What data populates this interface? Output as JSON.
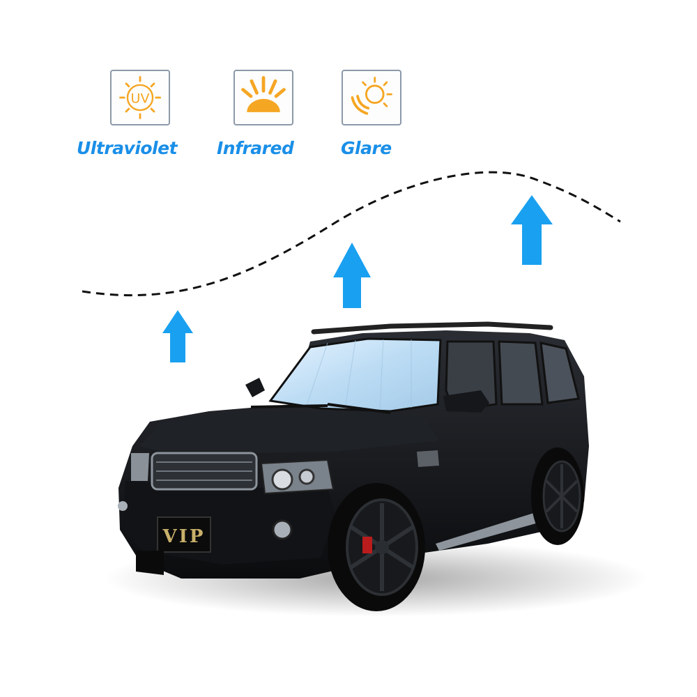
{
  "features": [
    {
      "icon": "uv-sun-icon",
      "icon_text": "UV",
      "label": "Ultraviolet"
    },
    {
      "icon": "sunrise-icon",
      "label": "Infrared"
    },
    {
      "icon": "sun-glare-icon",
      "label": "Glare"
    }
  ],
  "vehicle": {
    "plate_text": "VIP"
  },
  "colors": {
    "accent_blue": "#1aa0f0",
    "label_blue": "#1a8fe8",
    "icon_orange": "#f5a623",
    "curve": "#111111"
  }
}
